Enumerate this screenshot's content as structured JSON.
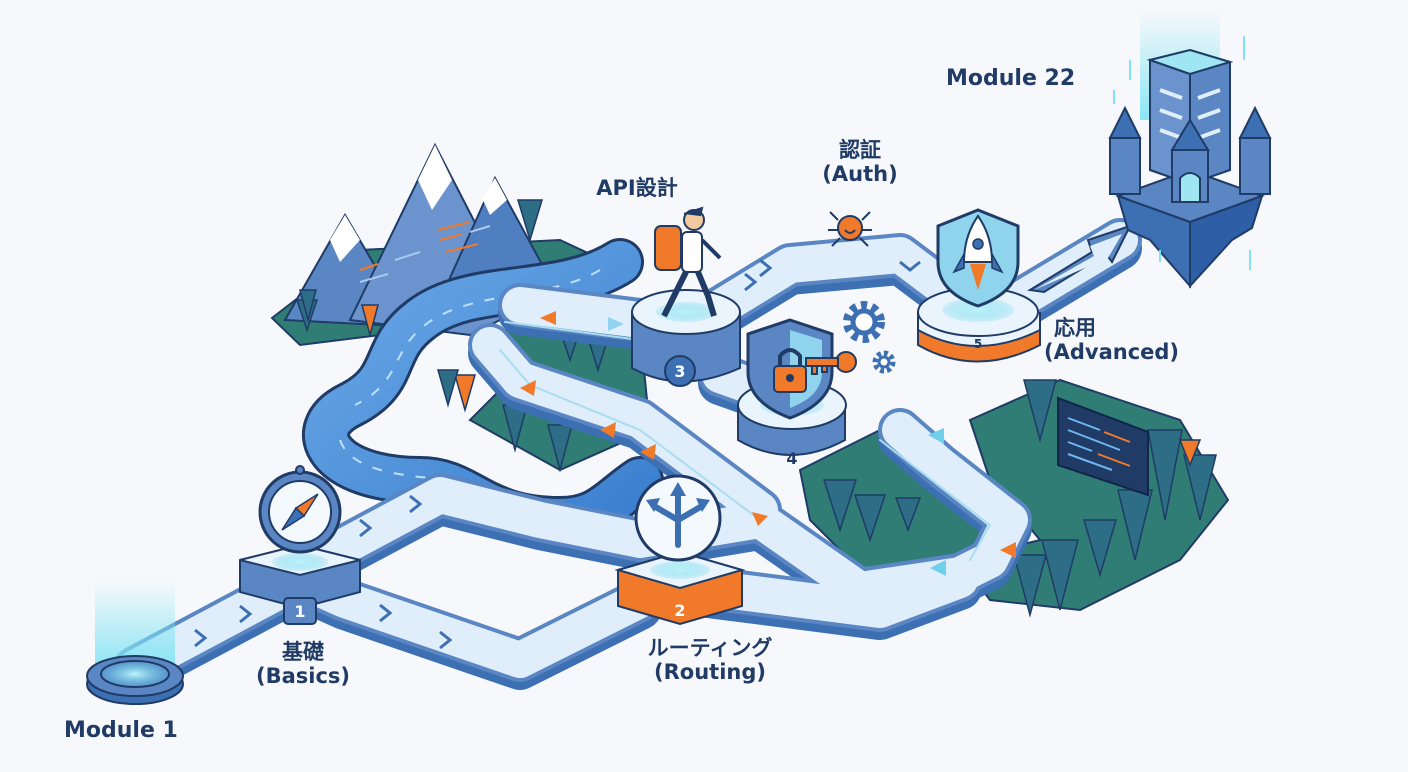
{
  "start_label": "Module 1",
  "end_label": "Module 22",
  "stops": [
    {
      "number": "1",
      "jp": "基礎",
      "en": "(Basics)",
      "icon": "compass-icon"
    },
    {
      "number": "2",
      "jp": "ルーティング",
      "en": "(Routing)",
      "icon": "split-arrows-icon"
    },
    {
      "number": "3",
      "jp": "API設計",
      "en": "",
      "icon": "hiker-icon"
    },
    {
      "number": "4",
      "jp": "認証",
      "en": "(Auth)",
      "icon": "lock-shield-icon"
    },
    {
      "number": "5",
      "jp": "応用",
      "en": "(Advanced)",
      "icon": "rocket-icon"
    }
  ],
  "colors": {
    "road": "#dfeefa",
    "road_edge": "#5a86c4",
    "road_side": "#3d6fb3",
    "river": "#4d8fd6",
    "forest": "#2f7d74",
    "tree": "#2d6e86",
    "mountain": "#5b86c4",
    "accent": "#f07a2a",
    "glow": "#8fe3f2",
    "ink": "#1f3b66"
  }
}
